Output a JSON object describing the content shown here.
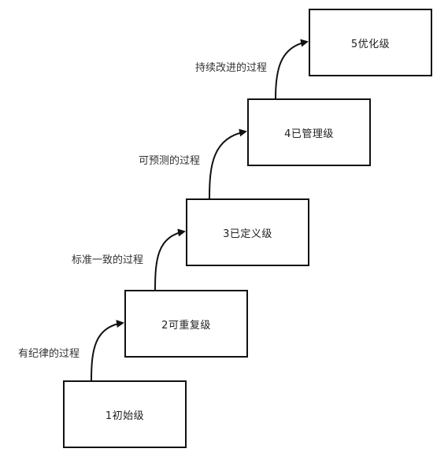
{
  "levels": [
    {
      "label": "1初始级"
    },
    {
      "label": "2可重复级"
    },
    {
      "label": "3已定义级"
    },
    {
      "label": "4已管理级"
    },
    {
      "label": "5优化级"
    }
  ],
  "transitions": [
    {
      "label": "有纪律的过程"
    },
    {
      "label": "标准一致的过程"
    },
    {
      "label": "可预测的过程"
    },
    {
      "label": "持续改进的过程"
    }
  ],
  "colors": {
    "stroke": "#111111",
    "text": "#222222",
    "background": "#ffffff"
  }
}
